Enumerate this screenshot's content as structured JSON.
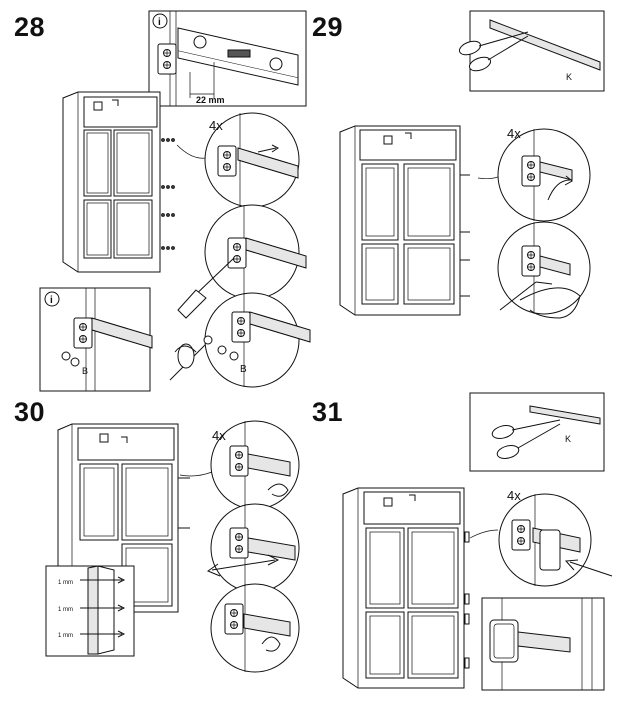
{
  "steps": [
    {
      "number": "28",
      "multiplier": "4x",
      "info_icon": "info-icon",
      "measure": "22 mm",
      "part_label": "B"
    },
    {
      "number": "29",
      "multiplier": "4x",
      "part_label": "K"
    },
    {
      "number": "30",
      "multiplier": "4x",
      "gap_labels": [
        "1 mm",
        "1 mm",
        "1 mm"
      ]
    },
    {
      "number": "31",
      "multiplier": "4x",
      "part_label": "K"
    }
  ],
  "info_glyph": "i",
  "colors": {
    "line": "#111111",
    "fill": "#ffffff",
    "shade": "#e6e6e6"
  }
}
